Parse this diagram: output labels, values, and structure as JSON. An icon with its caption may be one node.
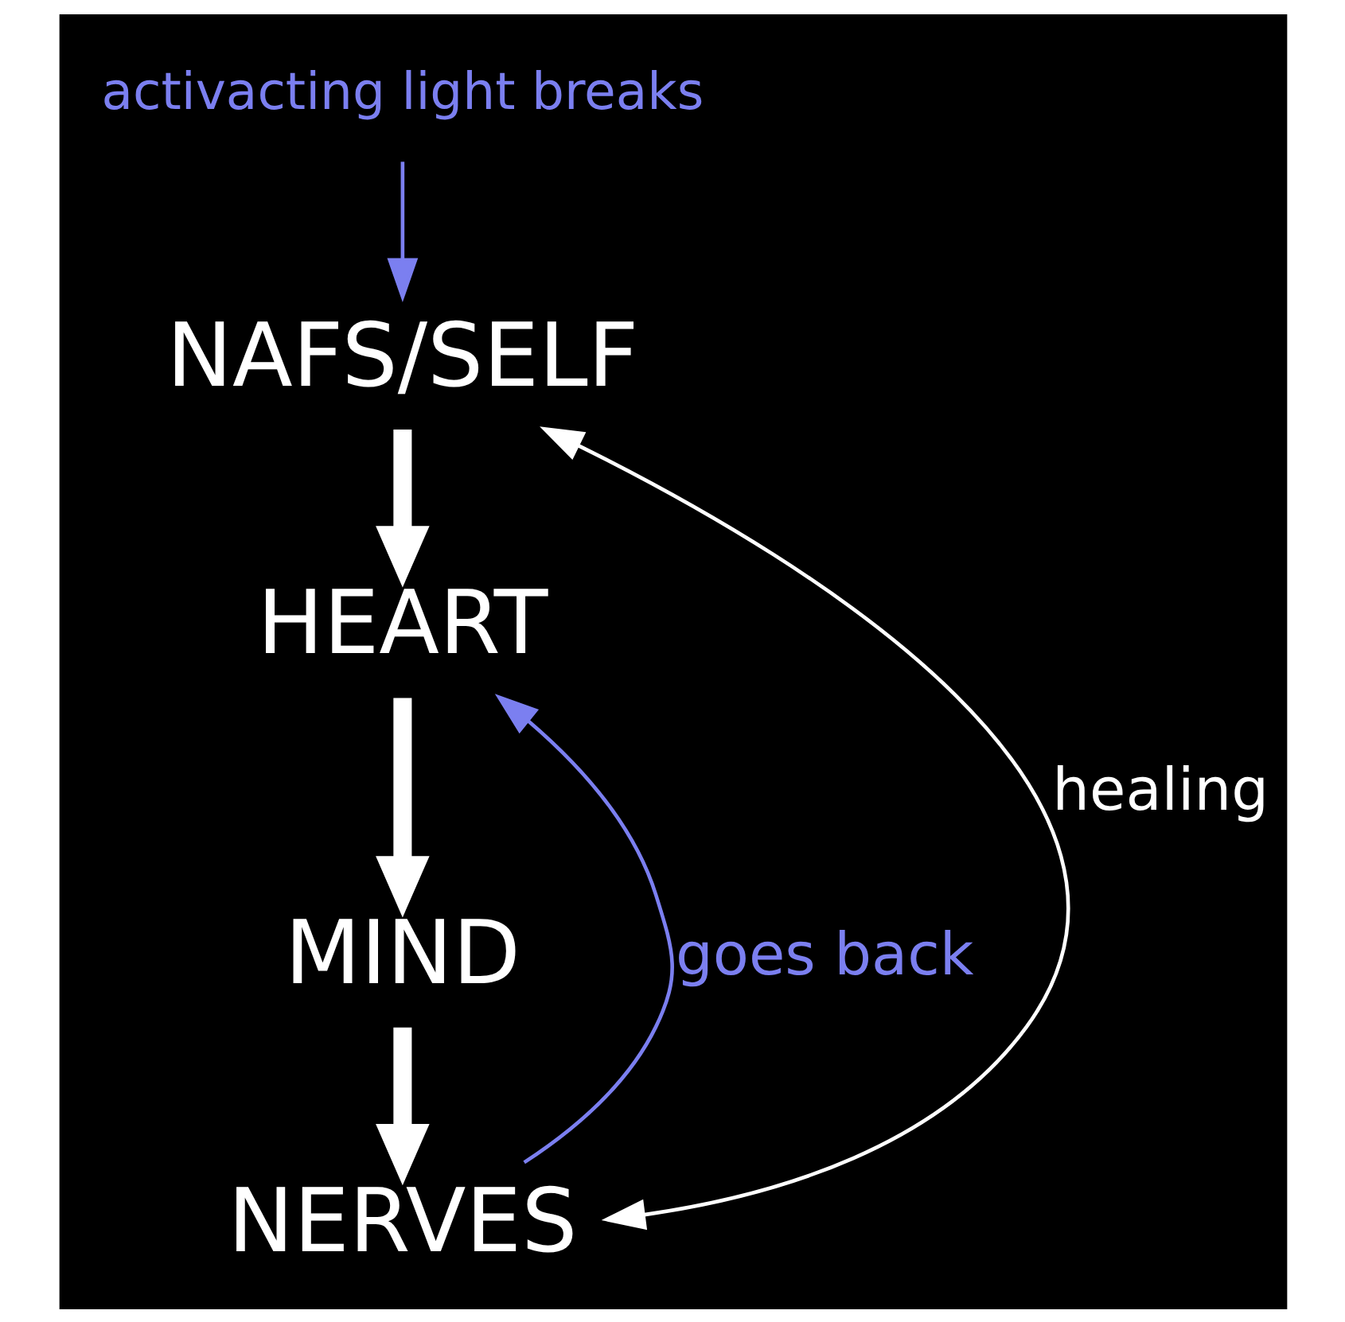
{
  "diagram": {
    "nodes": [
      {
        "text": [
          "activacting light breaks"
        ]
      },
      {
        "text": [
          "NAFS/SELF"
        ]
      },
      {
        "text": [
          "HEART"
        ]
      },
      {
        "text": [
          "MIND"
        ]
      },
      {
        "text": [
          "NERVES"
        ]
      }
    ],
    "edges": [
      {
        "from": 0,
        "to": 1,
        "arrow": "to",
        "color": "#7b7ff0"
      },
      {
        "from": 1,
        "to": 2,
        "arrow": "to",
        "style": "thick"
      },
      {
        "from": 2,
        "to": 3,
        "arrow": "to",
        "style": "thick"
      },
      {
        "from": 3,
        "to": 4,
        "arrow": "to",
        "style": "thick"
      },
      {
        "from": 4,
        "to": 1,
        "arrow": "both",
        "label": "healing"
      },
      {
        "from": 4,
        "to": 2,
        "arrow": "to",
        "label": "goes back",
        "color": "#7b7ff0"
      }
    ]
  }
}
